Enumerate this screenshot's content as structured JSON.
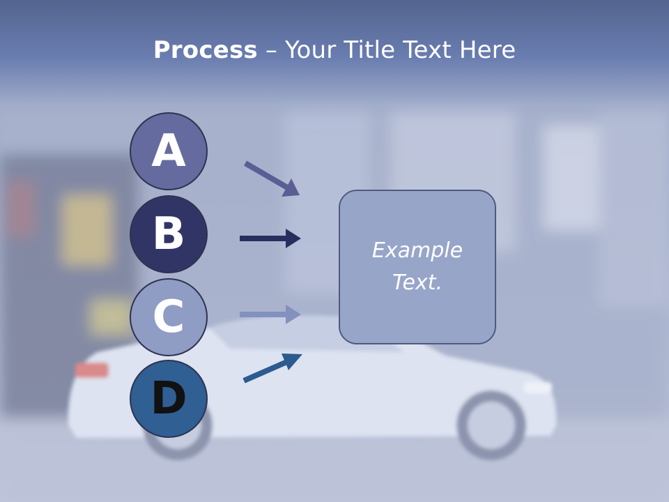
{
  "title": {
    "bold": "Process",
    "rest": " – Your Title Text Here"
  },
  "steps": [
    {
      "letter": "A",
      "color": "#666b9f",
      "arrow_color": "#5a5e94"
    },
    {
      "letter": "B",
      "color": "#313566",
      "arrow_color": "#2a2e5e"
    },
    {
      "letter": "C",
      "color": "#8f9cc4",
      "arrow_color": "#8391bf"
    },
    {
      "letter": "D",
      "color": "#2f5f93",
      "arrow_color": "#2b5b8f"
    }
  ],
  "result_box": {
    "text": "Example Text."
  },
  "background": {
    "scene": "car-motion-blur"
  }
}
